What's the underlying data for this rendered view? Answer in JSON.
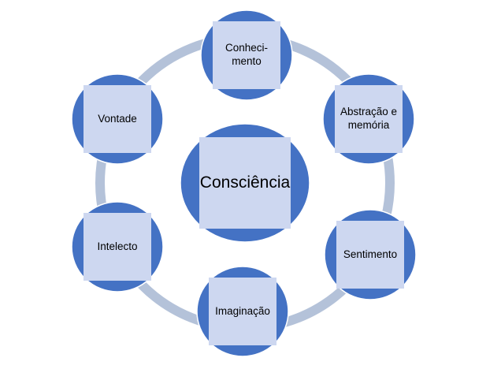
{
  "colors": {
    "background": "#ffffff",
    "node_fill": "#4472c4",
    "node_stroke": "#ffffff",
    "label_fill": "#cdd7f0",
    "ring": "#b4c2d9",
    "text": "#000000"
  },
  "center": {
    "label": "Consciência"
  },
  "nodes": [
    {
      "id": "conhecimento",
      "label": "Conheci-\nmento"
    },
    {
      "id": "abstracao",
      "label": "Abstração e\nmemória"
    },
    {
      "id": "sentimento",
      "label": "Sentimento"
    },
    {
      "id": "imaginacao",
      "label": "Imaginação"
    },
    {
      "id": "intelecto",
      "label": "Intelecto"
    },
    {
      "id": "vontade",
      "label": "Vontade"
    }
  ]
}
